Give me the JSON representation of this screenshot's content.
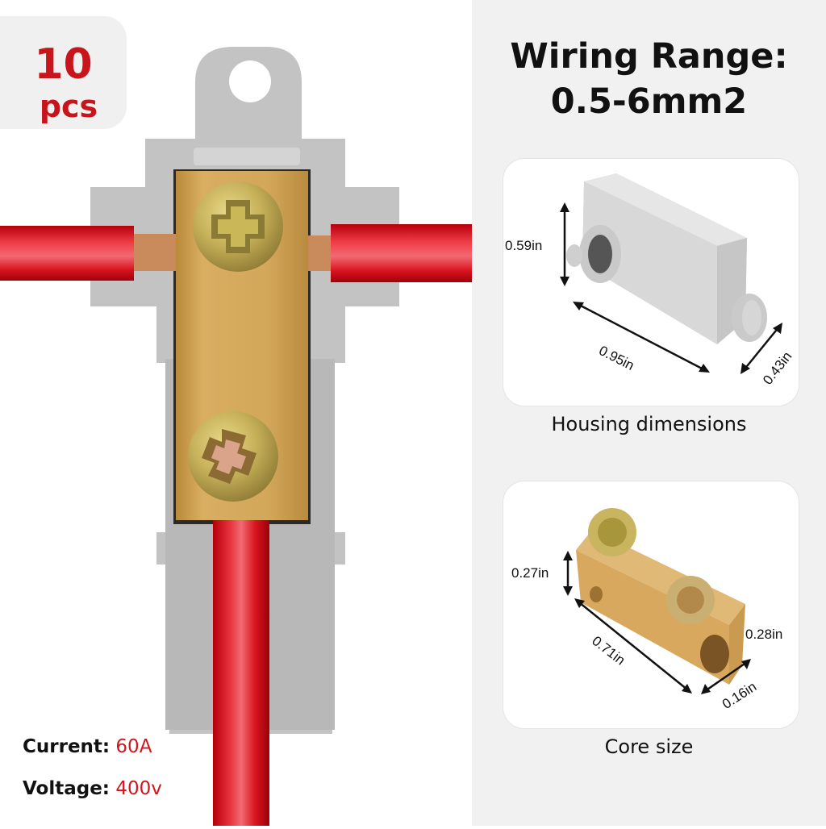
{
  "badge": {
    "quantity": "10",
    "unit": "pcs"
  },
  "specs": [
    {
      "label": "Current:",
      "value": "60A"
    },
    {
      "label": "Voltage:",
      "value": "400v"
    }
  ],
  "wiring_range": {
    "line1": "Wiring Range:",
    "line2": "0.5-6mm2"
  },
  "housing": {
    "caption": "Housing dimensions",
    "height": "0.59in",
    "length": "0.95in",
    "width": "0.43in"
  },
  "core": {
    "caption": "Core size",
    "height": "0.27in",
    "length": "0.71in",
    "hole": "0.28in",
    "width": "0.16in"
  },
  "colors": {
    "accent_red": "#c8141b",
    "brass": "#c9a24a",
    "housing_gray": "#b9b9b9",
    "panel_bg": "#f1f1f1"
  }
}
